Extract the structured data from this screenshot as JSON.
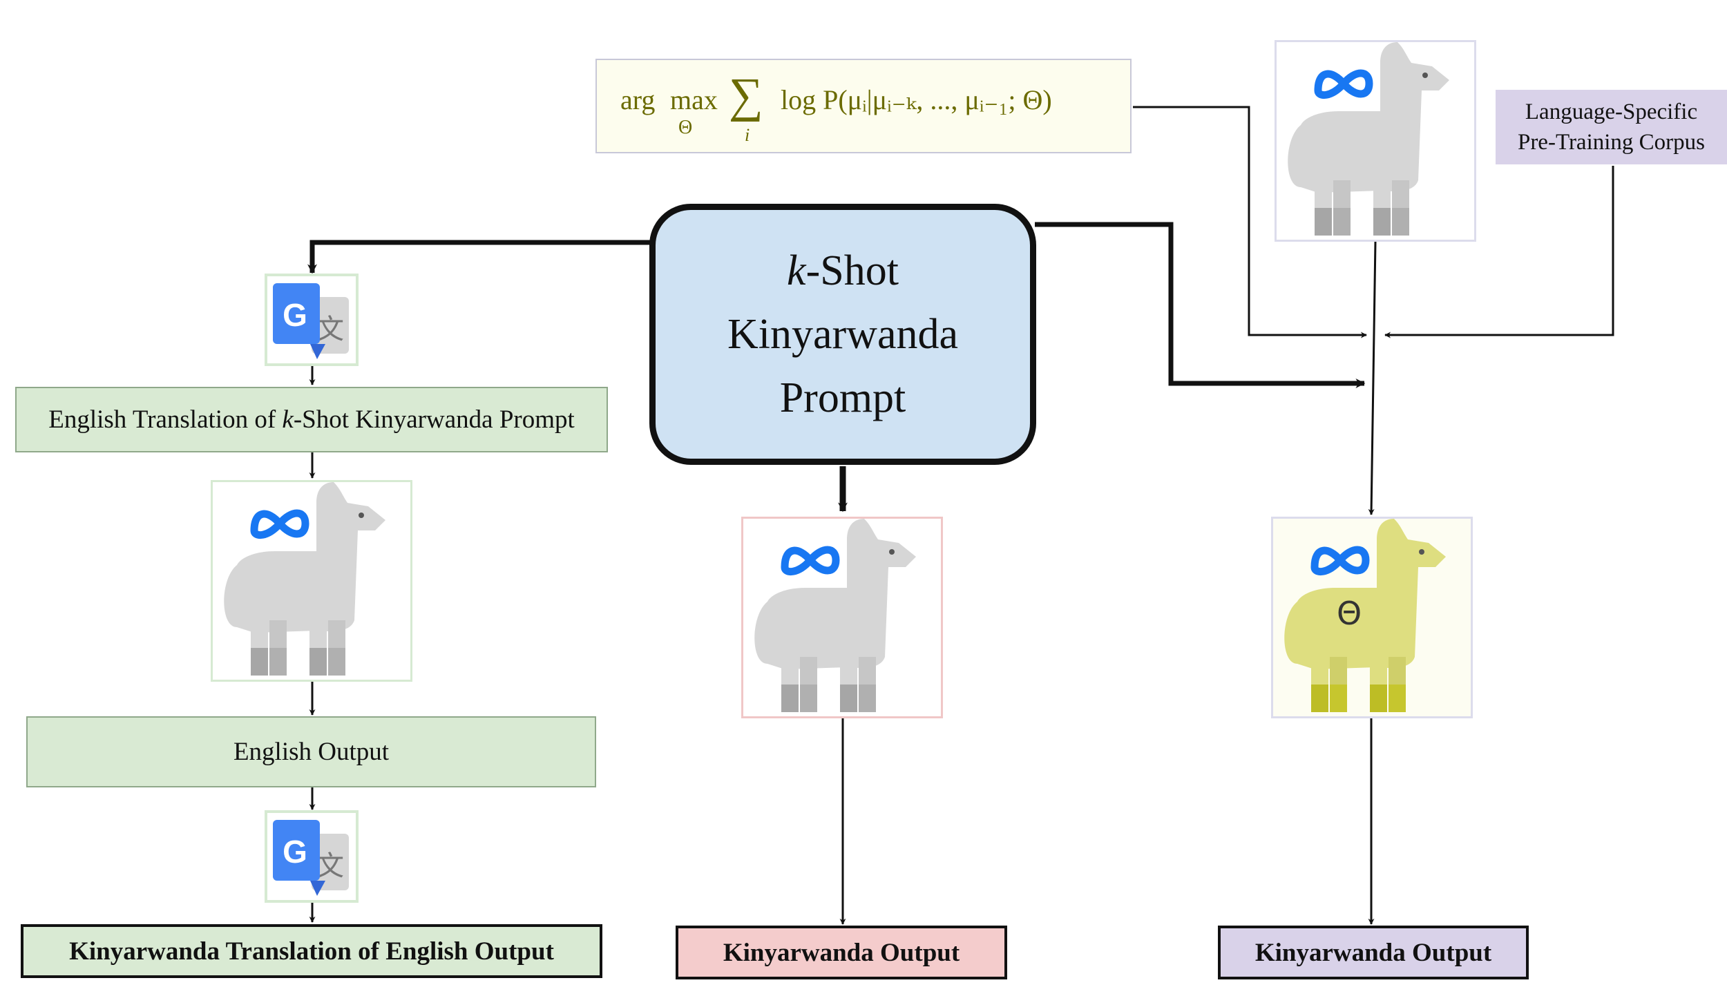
{
  "formula": {
    "text": "arg max_Θ Σ_i log P(μi|μi−k, ..., μi−1; Θ)",
    "arg": "arg",
    "max": "max",
    "theta_sub": "Θ",
    "sigma": "∑",
    "i_sub": "i",
    "expression": "log P(μᵢ|μᵢ₋ₖ, ..., μᵢ₋₁; Θ)"
  },
  "corpus": {
    "line1": "Language-Specific",
    "line2": "Pre-Training Corpus"
  },
  "prompt": {
    "k": "k",
    "shot": "-Shot",
    "line2": "Kinyarwanda",
    "line3": "Prompt"
  },
  "left_pipeline": {
    "translation_label_pre": "English Translation of ",
    "translation_label_k": "k",
    "translation_label_post": "-Shot Kinyarwanda Prompt",
    "english_output": "English Output",
    "final_output": "Kinyarwanda Translation of English Output"
  },
  "middle_pipeline": {
    "output": "Kinyarwanda Output"
  },
  "right_pipeline": {
    "theta_label": "Θ",
    "output": "Kinyarwanda Output"
  },
  "icons": {
    "translate_glyph_g": "G",
    "translate_glyph_wen": "文"
  },
  "colors": {
    "green_fill": "#d9ead3",
    "red_fill": "#f4cccc",
    "purple_fill": "#d9d2e9",
    "prompt_fill": "#cfe2f3",
    "formula_text": "#6b6b00",
    "meta_blue": "#1877f2",
    "llama_gray": "#d6d6d6",
    "llama_yellow": "#dede80"
  }
}
